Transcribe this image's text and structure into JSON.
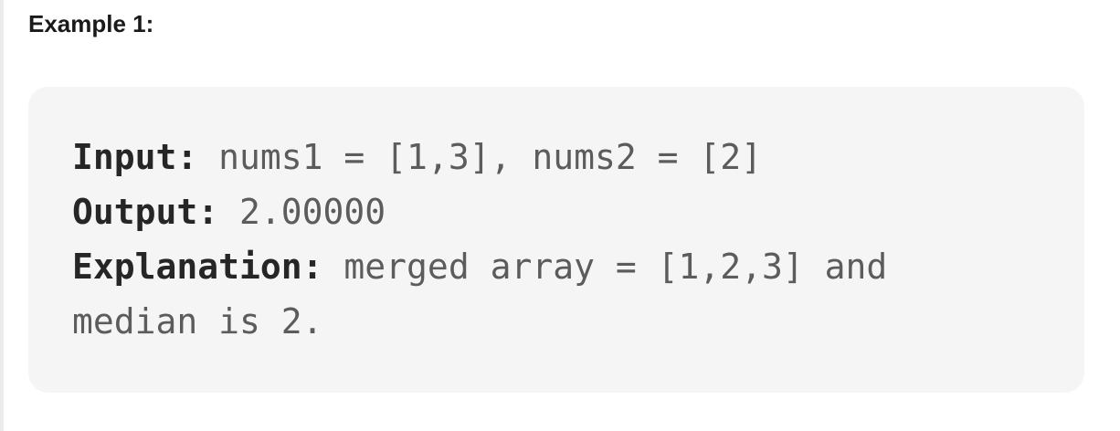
{
  "heading": "Example 1:",
  "example": {
    "input_label": "Input:",
    "input_value": " nums1 = [1,3], nums2 = [2]",
    "output_label": "Output:",
    "output_value": " 2.00000",
    "explanation_label": "Explanation:",
    "explanation_value_line1": " merged array = [1,2,3] and",
    "explanation_value_line2": "median is 2."
  }
}
